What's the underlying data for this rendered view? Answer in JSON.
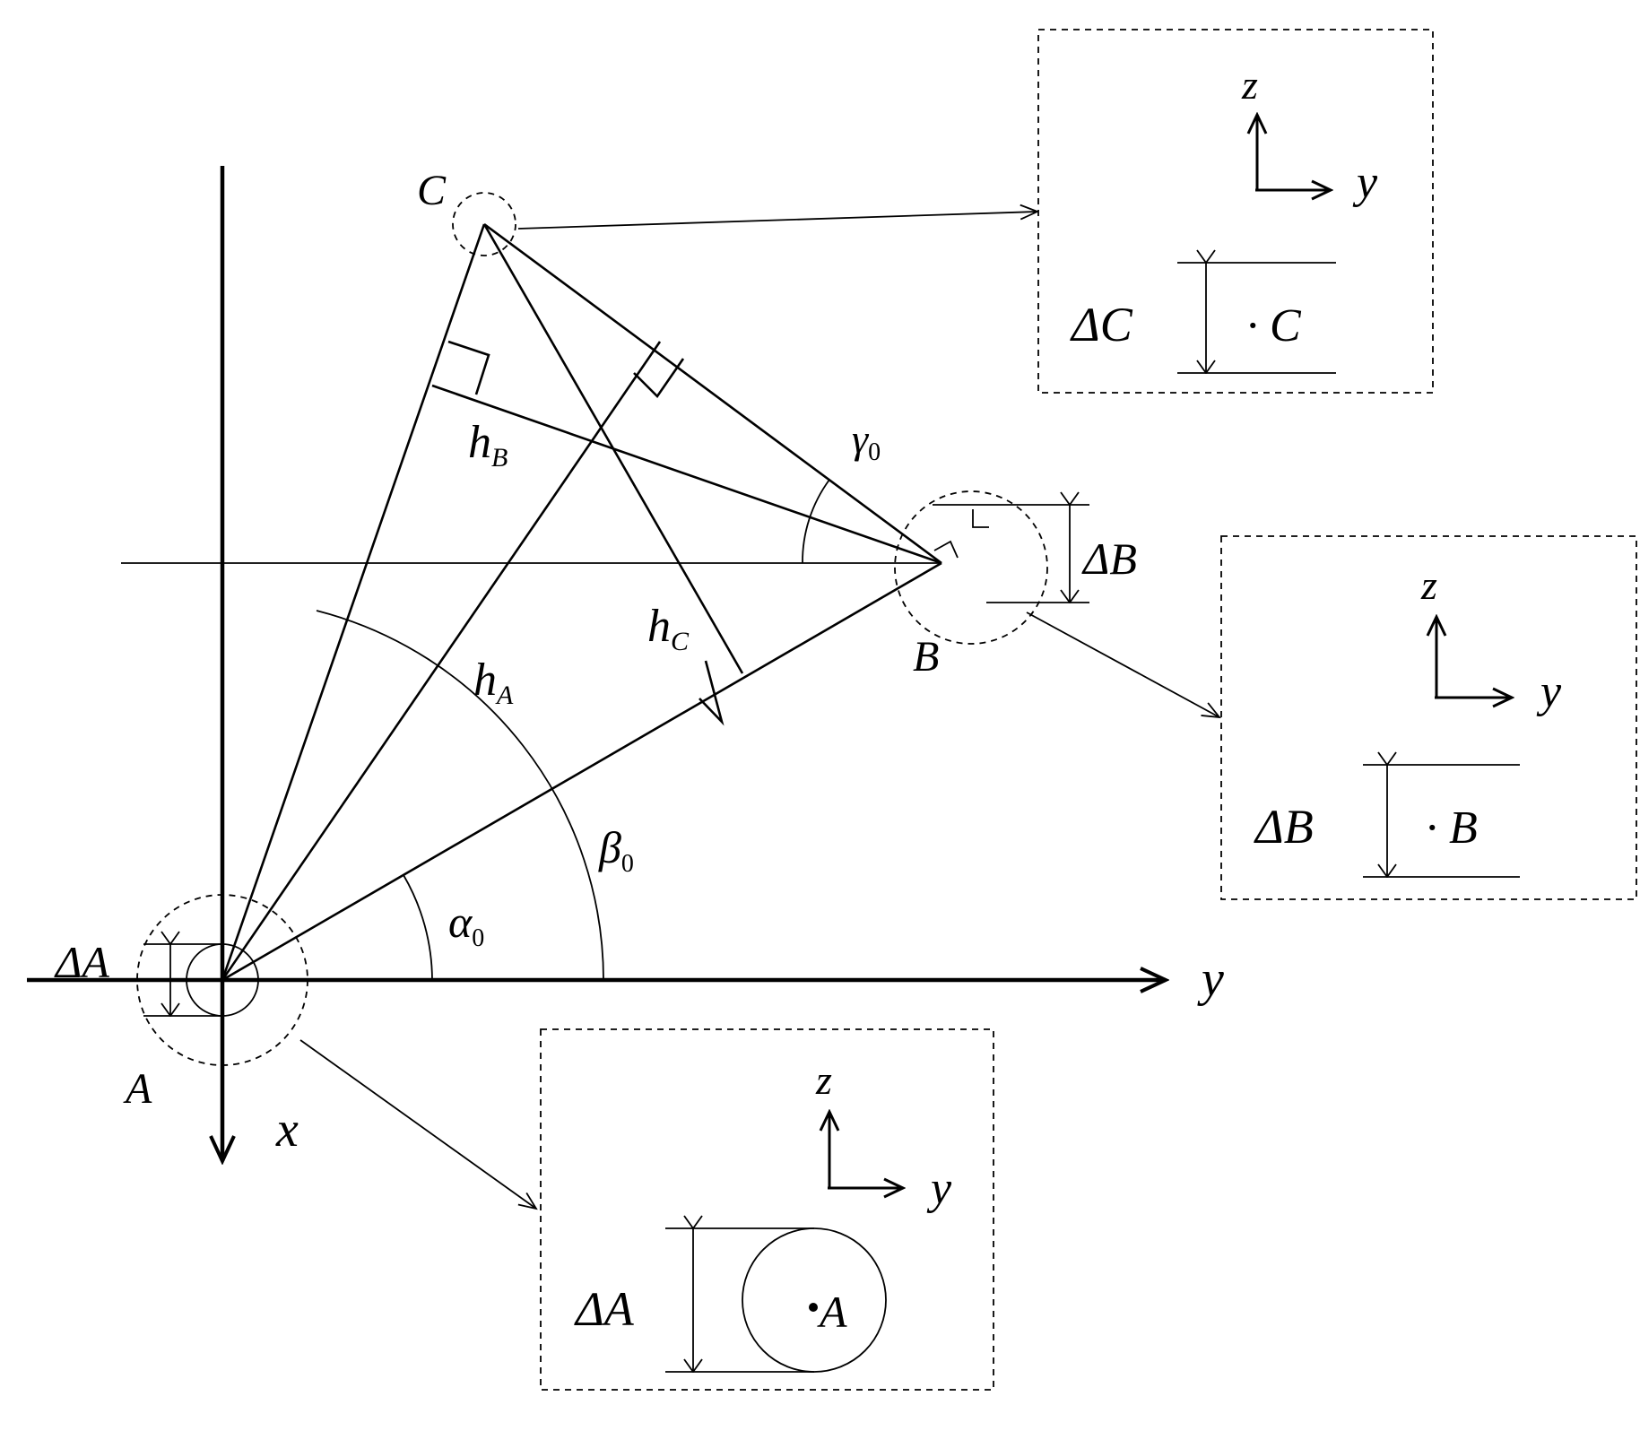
{
  "points": {
    "A": "A",
    "B": "B",
    "C": "C"
  },
  "axes": {
    "x": "x",
    "y": "y"
  },
  "heights": {
    "hA": {
      "base": "h",
      "sub": "A"
    },
    "hB": {
      "base": "h",
      "sub": "B"
    },
    "hC": {
      "base": "h",
      "sub": "C"
    }
  },
  "angles": {
    "alpha": {
      "sym": "α",
      "sub": "0"
    },
    "beta": {
      "sym": "β",
      "sub": "0"
    },
    "gamma": {
      "sym": "γ",
      "sub": "0"
    }
  },
  "offsets": {
    "dA": "ΔA",
    "dB": "ΔB",
    "dC": "ΔC"
  },
  "insets": {
    "C": {
      "axis_z": "z",
      "axis_y": "y",
      "delta_label": "ΔC",
      "point_label": "· C"
    },
    "B": {
      "axis_z": "z",
      "axis_y": "y",
      "delta_label": "ΔB",
      "point_label": "· B"
    },
    "A": {
      "axis_z": "z",
      "axis_y": "y",
      "delta_label": "ΔA",
      "point_label": "A"
    }
  }
}
